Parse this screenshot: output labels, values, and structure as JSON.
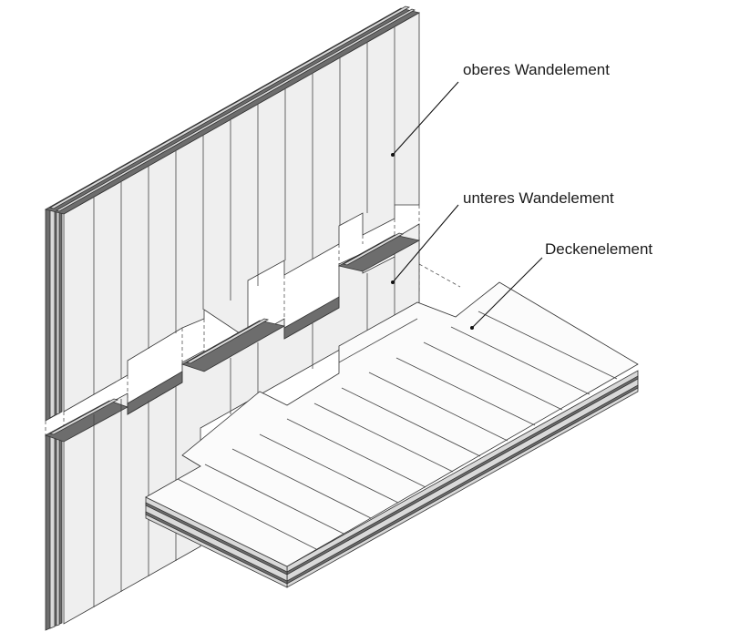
{
  "diagram": {
    "labels": {
      "upper_wall": "oberes Wandelement",
      "lower_wall": "unteres Wandelement",
      "floor": "Deckenelement"
    },
    "colors": {
      "panel_face": "#efefef",
      "floor_face": "#fbfbfb",
      "layer_dark": "#6d6d6d",
      "layer_light": "#d9d9d9",
      "line": "#333333"
    }
  }
}
